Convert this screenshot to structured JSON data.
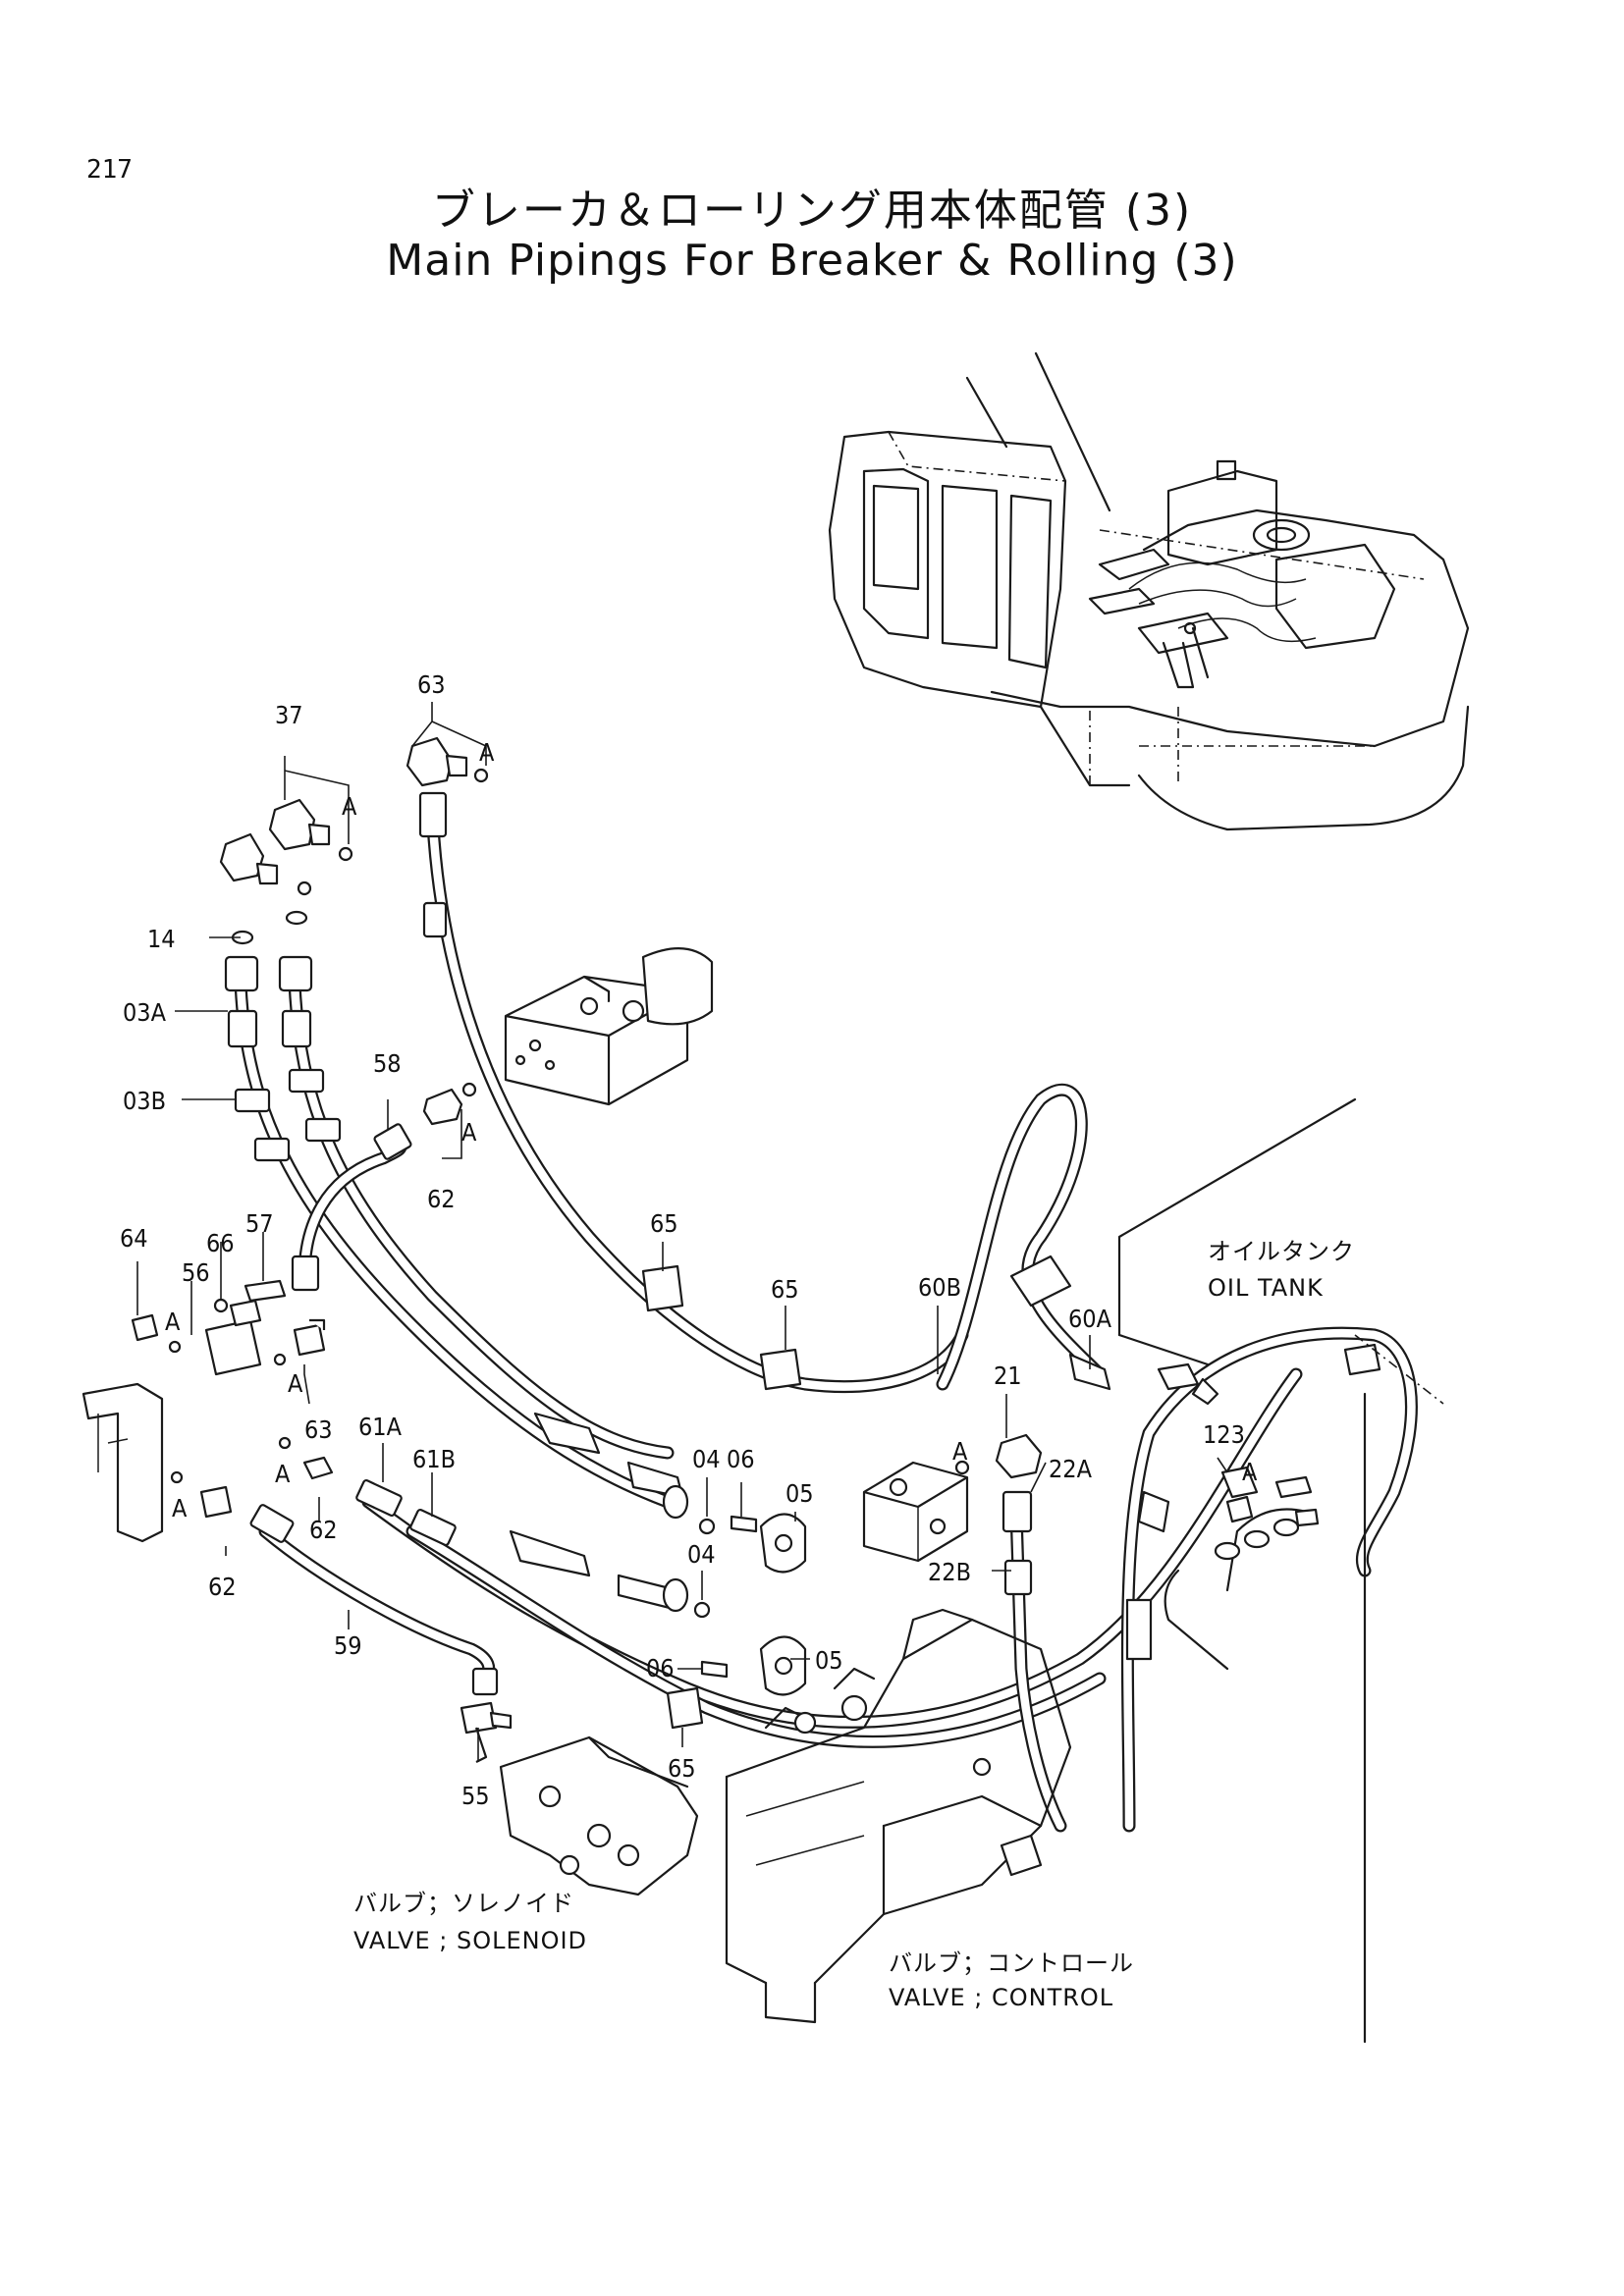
{
  "page_number": "217",
  "title_jp": "ブレーカ＆ローリング用本体配管 (3)",
  "title_en": "Main Pipings For Breaker & Rolling (3)",
  "callouts": {
    "c63_top": "63",
    "c37": "37",
    "cA_37": "A",
    "cA_63": "A",
    "c14": "14",
    "c03A": "03A",
    "c03B": "03B",
    "c58": "58",
    "cA_62": "A",
    "c62_a": "62",
    "c64": "64",
    "c66": "66",
    "c57": "57",
    "c56": "56",
    "cA_56": "A",
    "cA_56b": "A",
    "c63_mid": "63",
    "c61A": "61A",
    "c61B": "61B",
    "cA_62b": "A",
    "c62_b": "62",
    "cA_62c": "A",
    "c62_c": "62",
    "c59": "59",
    "c65_a": "65",
    "c65_b": "65",
    "c65_c": "65",
    "c60B": "60B",
    "c60A": "60A",
    "c21": "21",
    "cA_21": "A",
    "c22A": "22A",
    "c22B": "22B",
    "c123": "123",
    "cA_123": "A",
    "c04_a": "04",
    "c06_a": "06",
    "c05_a": "05",
    "c04_b": "04",
    "c06_b": "06",
    "c05_b": "05",
    "c55": "55"
  },
  "notes": {
    "oil_tank_jp": "オイルタンク",
    "oil_tank_en": "OIL TANK",
    "solenoid_jp": "バルブ；ソレノイド",
    "solenoid_en": "VALVE ; SOLENOID",
    "control_jp": "バルブ；コントロール",
    "control_en": "VALVE ; CONTROL"
  }
}
